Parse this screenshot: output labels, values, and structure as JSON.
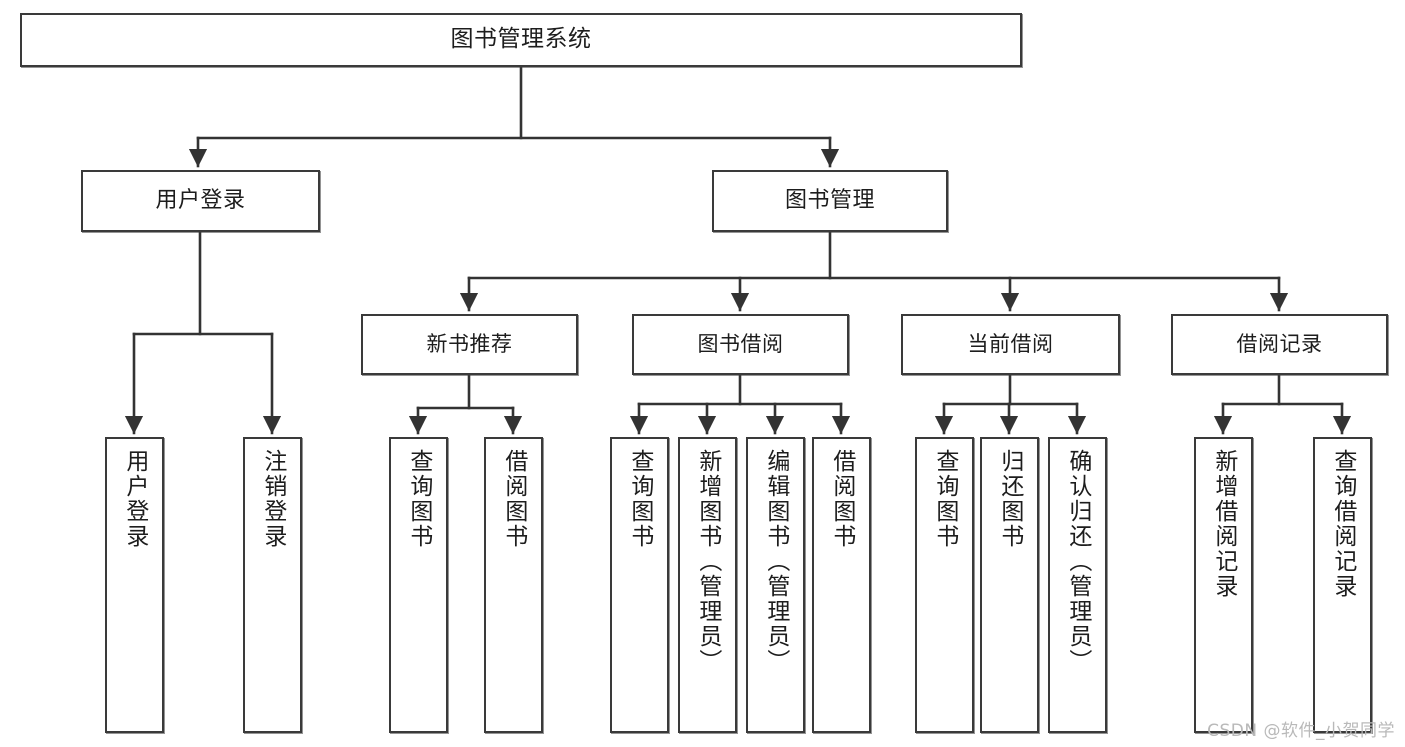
{
  "diagram": {
    "title": "图书管理系统",
    "watermark": "CSDN @软件_小贺同学",
    "accent_color": "#3a3a3a",
    "background_color": "#ffffff",
    "root": {
      "label": "图书管理系统"
    },
    "level1": [
      {
        "label": "用户登录"
      },
      {
        "label": "图书管理"
      }
    ],
    "level2": [
      {
        "label": "新书推荐"
      },
      {
        "label": "图书借阅"
      },
      {
        "label": "当前借阅"
      },
      {
        "label": "借阅记录"
      }
    ],
    "leaves": [
      {
        "label": "用户登录"
      },
      {
        "label": "注销登录"
      },
      {
        "label": "查询图书"
      },
      {
        "label": "借阅图书"
      },
      {
        "label": "查询图书"
      },
      {
        "label": "新增图书（管理员）"
      },
      {
        "label": "编辑图书（管理员）"
      },
      {
        "label": "借阅图书"
      },
      {
        "label": "查询图书"
      },
      {
        "label": "归还图书"
      },
      {
        "label": "确认归还（管理员）"
      },
      {
        "label": "新增借阅记录"
      },
      {
        "label": "查询借阅记录"
      }
    ]
  }
}
